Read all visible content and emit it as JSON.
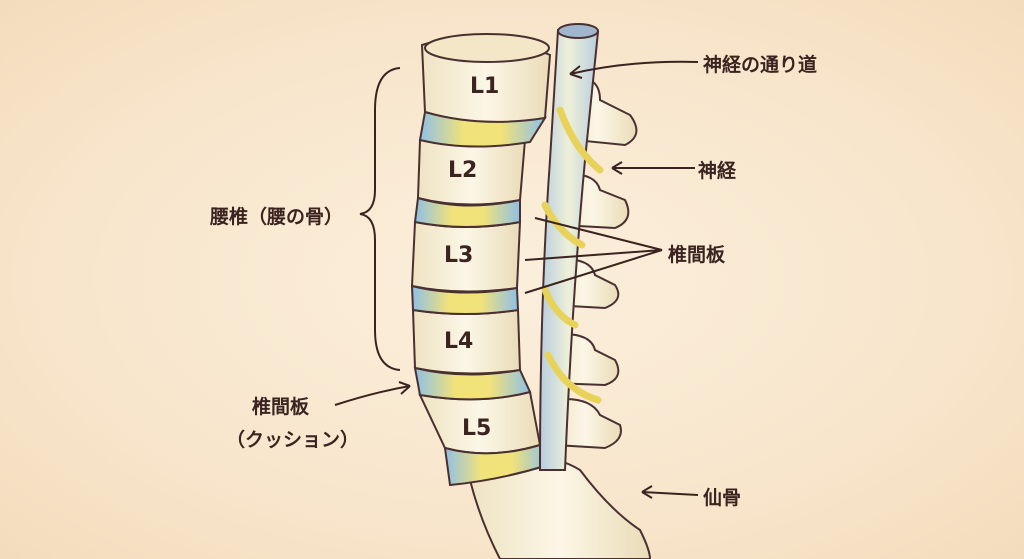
{
  "vertebrae": [
    "L1",
    "L2",
    "L3",
    "L4",
    "L5"
  ],
  "labels": {
    "nerve_canal": "神経の通り道",
    "nerve": "神経",
    "disc_right": "椎間板",
    "lumbar": "腰椎（腰の骨）",
    "disc_left_line1": "椎間板",
    "disc_left_line2": "（クッション）",
    "sacrum": "仙骨"
  },
  "colors": {
    "bone": "#f8f1dc",
    "disc_blue": "#8fc0e6",
    "disc_yellow": "#f1e27a",
    "nerve": "#e8d25a",
    "outline": "#4a3030"
  }
}
